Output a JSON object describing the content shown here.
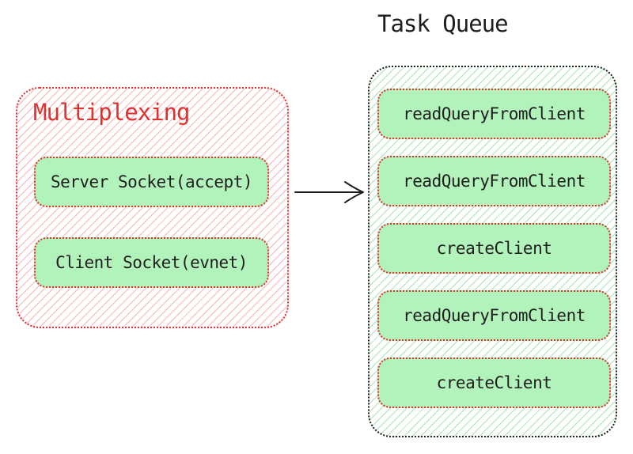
{
  "multiplexing": {
    "title": "Multiplexing",
    "items": [
      "Server Socket(accept)",
      "Client Socket(evnet)"
    ]
  },
  "task_queue": {
    "title": "Task Queue",
    "items": [
      "readQueryFromClient",
      "readQueryFromClient",
      "createClient",
      "readQueryFromClient",
      "createClient"
    ]
  },
  "colors": {
    "red": "#e03131",
    "dark": "#1e1e1e",
    "green_fill": "#b2f2bb",
    "red_hatch": "#f6c6c6",
    "green_hatch": "#bde9c7",
    "bg": "#ffffff"
  }
}
